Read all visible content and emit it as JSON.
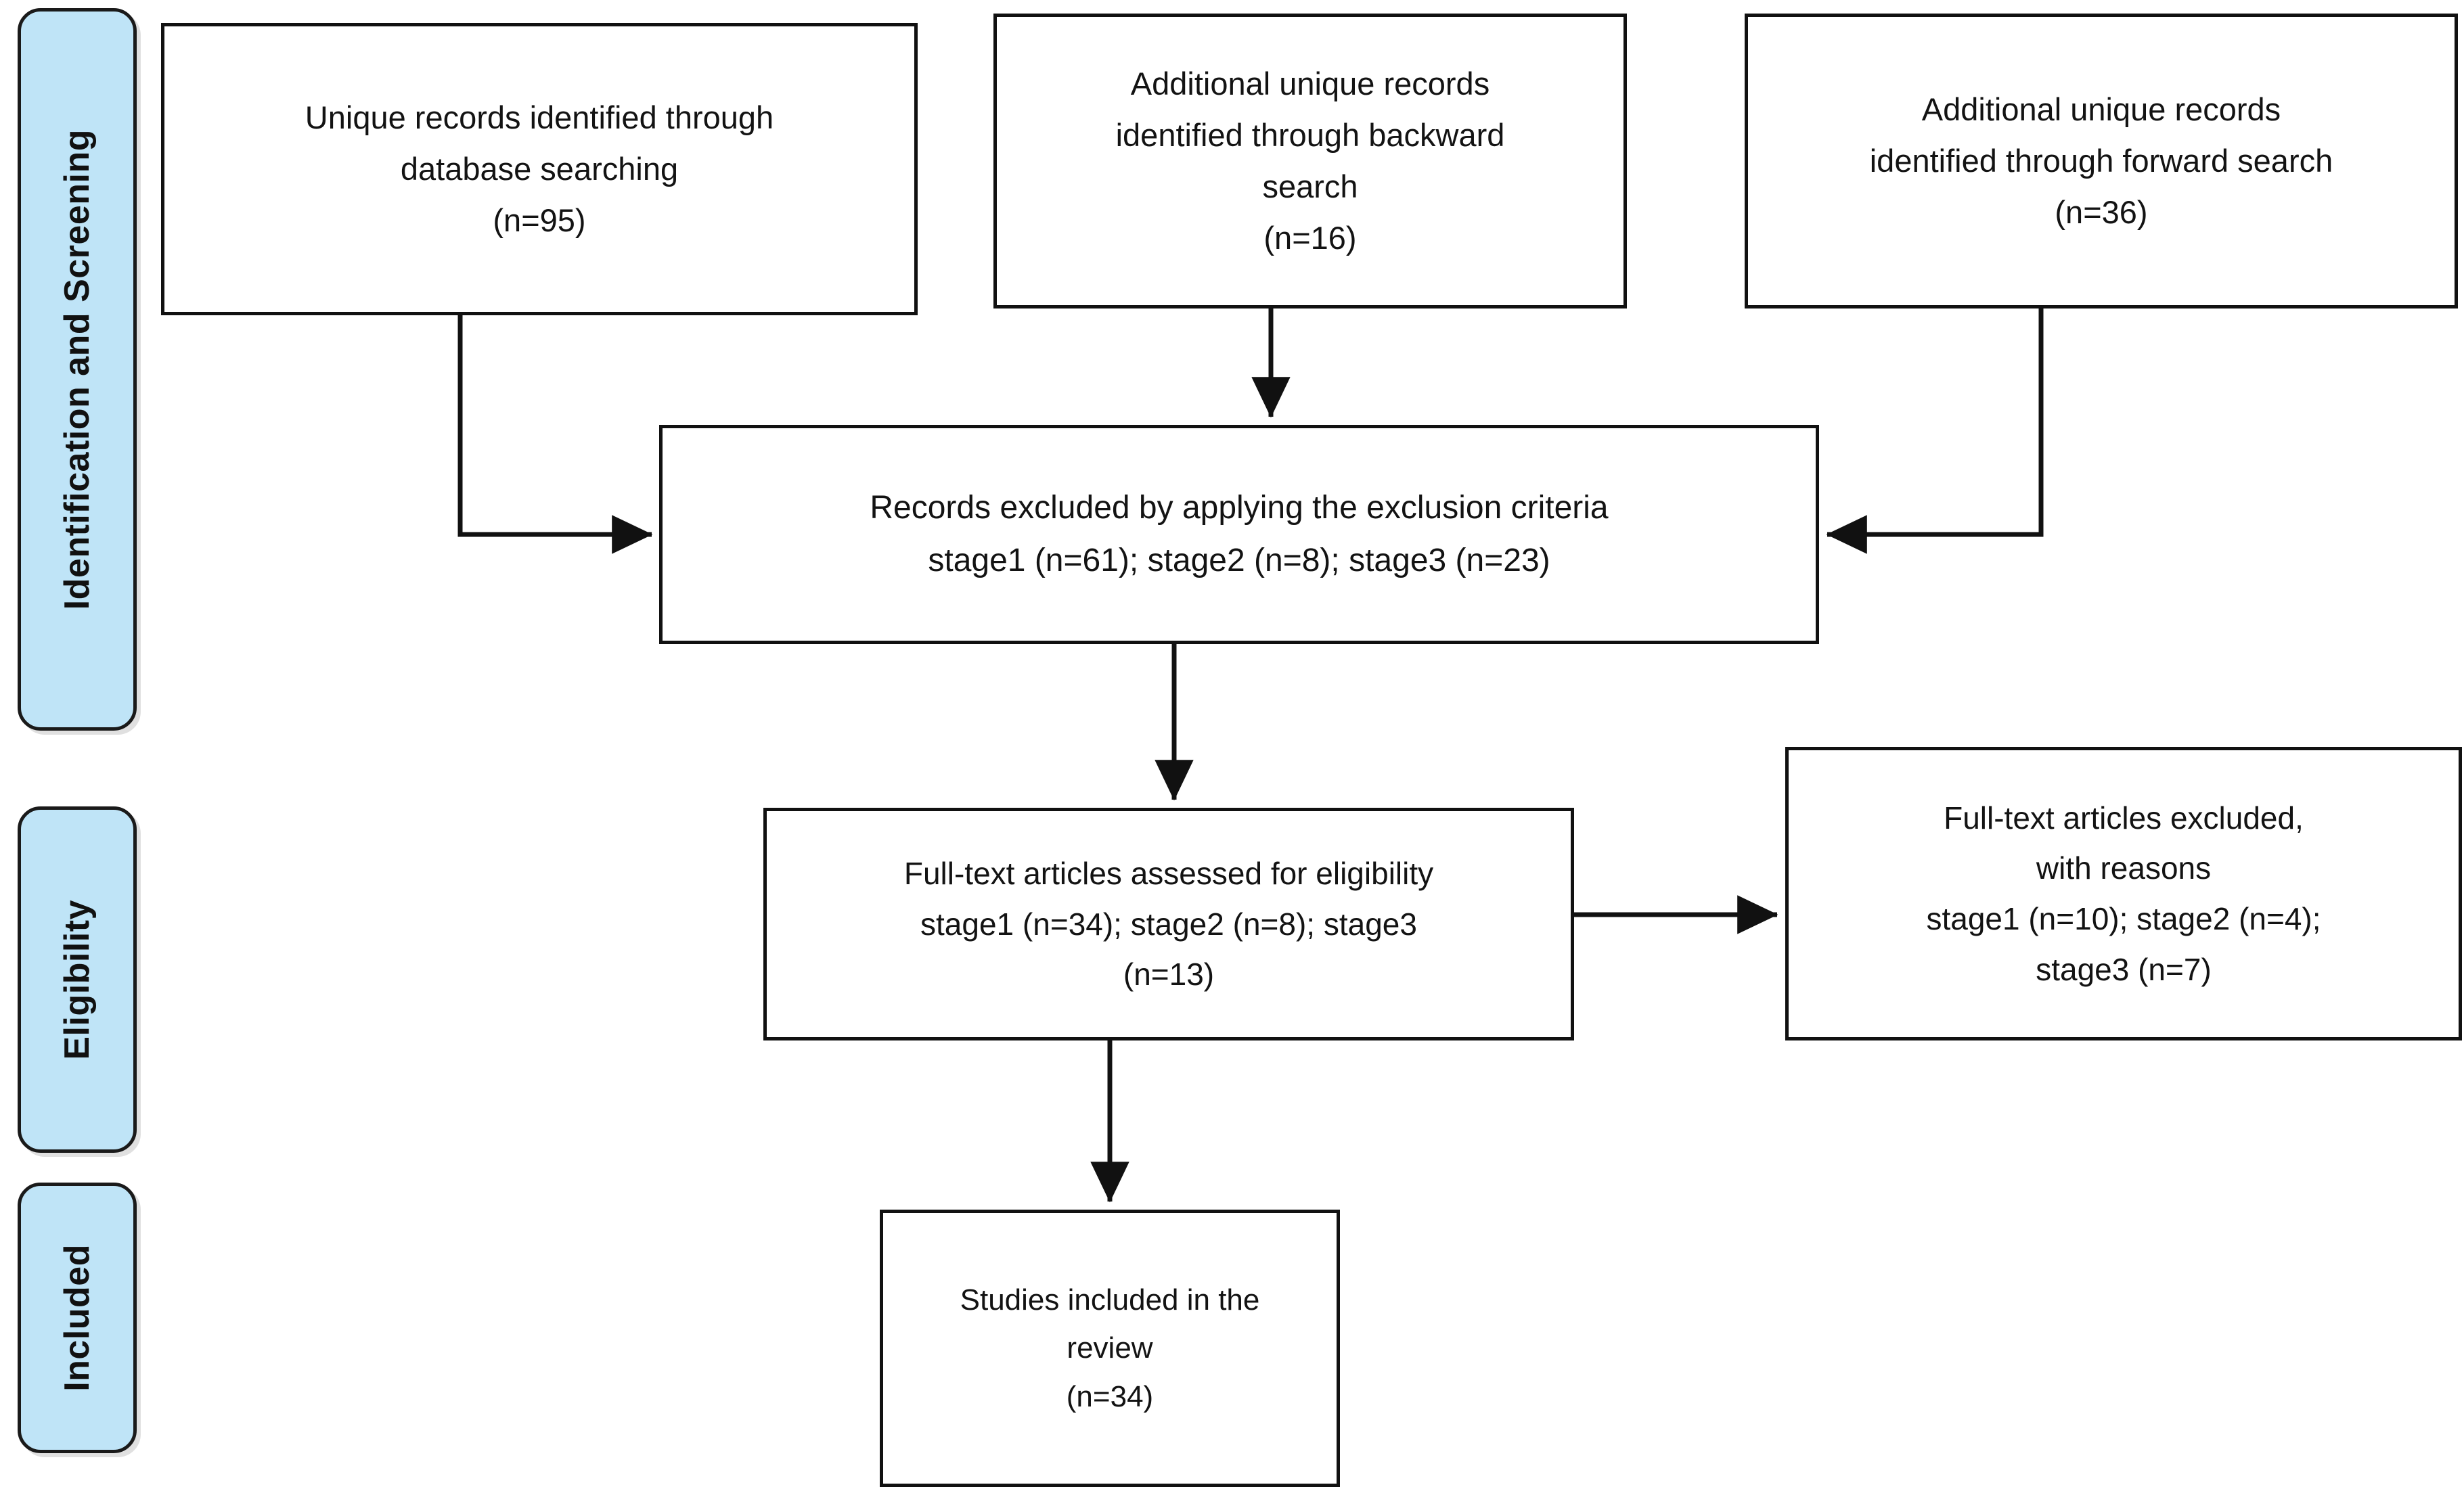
{
  "diagram": {
    "type": "prisma-flow-diagram",
    "title": "PRISMA study selection flow",
    "accent_color": "#bfe4f7",
    "line_color": "#111111",
    "background_color": "#ffffff"
  },
  "phases": [
    {
      "id": "identification-and-screening",
      "label": "Identification and Screening"
    },
    {
      "id": "eligibility",
      "label": "Eligibility"
    },
    {
      "id": "included",
      "label": "Included"
    }
  ],
  "boxes": {
    "database_records": {
      "text": "Unique records identified through\ndatabase searching\n(n=95)",
      "count": 95
    },
    "backward_records": {
      "text": "Additional unique records\nidentified through backward\nsearch\n(n=16)",
      "count": 16
    },
    "forward_records": {
      "text": "Additional unique records\nidentified through forward search\n(n=36)",
      "count": 36
    },
    "records_excluded": {
      "text": "Records excluded by applying the exclusion criteria\nstage1 (n=61); stage2 (n=8); stage3 (n=23)",
      "stage1": 61,
      "stage2": 8,
      "stage3": 23
    },
    "fulltext_assessed": {
      "text": "Full-text articles assessed for eligibility\nstage1 (n=34); stage2 (n=8); stage3\n(n=13)",
      "stage1": 34,
      "stage2": 8,
      "stage3": 13
    },
    "fulltext_excluded": {
      "text": "Full-text articles excluded,\nwith reasons\nstage1 (n=10); stage2 (n=4);\nstage3 (n=7)",
      "stage1": 10,
      "stage2": 4,
      "stage3": 7
    },
    "studies_included": {
      "text": "Studies included in the\nreview\n(n=34)",
      "count": 34
    }
  },
  "connectors": [
    {
      "id": "database-to-excluded",
      "from": "database_records",
      "to": "records_excluded",
      "shape": "elbow-down-right",
      "arrow": "right"
    },
    {
      "id": "backward-to-excluded",
      "from": "backward_records",
      "to": "records_excluded",
      "shape": "straight-down",
      "arrow": "down"
    },
    {
      "id": "forward-to-excluded",
      "from": "forward_records",
      "to": "records_excluded",
      "shape": "elbow-down-left",
      "arrow": "left"
    },
    {
      "id": "excluded-to-assessed",
      "from": "records_excluded",
      "to": "fulltext_assessed",
      "shape": "straight-down",
      "arrow": "down"
    },
    {
      "id": "assessed-to-excluded",
      "from": "fulltext_assessed",
      "to": "fulltext_excluded",
      "shape": "straight-right",
      "arrow": "right"
    },
    {
      "id": "assessed-to-included",
      "from": "fulltext_assessed",
      "to": "studies_included",
      "shape": "straight-down",
      "arrow": "down"
    }
  ]
}
